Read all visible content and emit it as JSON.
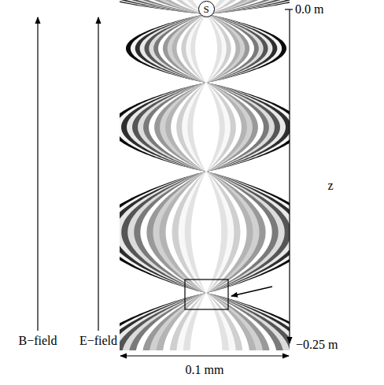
{
  "diagram": {
    "nodes": [
      {
        "text": [
          "S"
        ]
      }
    ],
    "labels": [
      "0.0 m",
      "z",
      "−0.25 m",
      "B−field",
      "E−field",
      "0.1 mm"
    ]
  }
}
